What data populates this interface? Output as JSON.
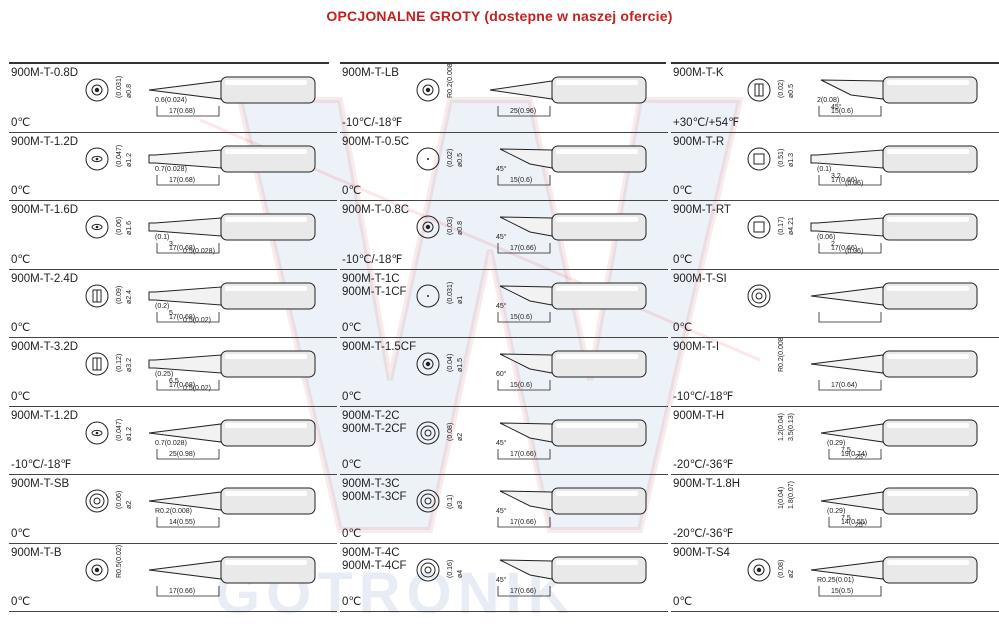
{
  "page": {
    "heading": "OPCJONALNE GROTY (dostepne w naszej ofercie)",
    "watermark": "GOTRONIK",
    "accent_color": "#c81e1e",
    "line_color": "#333333"
  },
  "columns": [
    {
      "cells": [
        {
          "model": "900M-T-0.8D",
          "temp": "0℃",
          "dims": [
            "(0.031)",
            "ø0.8",
            "0.6(0.024)",
            "17(0.68)"
          ]
        },
        {
          "model": "900M-T-1.2D",
          "temp": "0℃",
          "dims": [
            "(0.047)",
            "ø1.2",
            "0.7(0.028)",
            "17(0.68)"
          ]
        },
        {
          "model": "900M-T-1.6D",
          "temp": "0℃",
          "dims": [
            "(0.06)",
            "ø1.6",
            "(0.1)",
            "3",
            "0.5(0.028)",
            "17(0.68)"
          ]
        },
        {
          "model": "900M-T-2.4D",
          "temp": "0℃",
          "dims": [
            "(0.09)",
            "ø2.4",
            "(0.2)",
            "5",
            "0.5(0.02)",
            "17(0.68)"
          ]
        },
        {
          "model": "900M-T-3.2D",
          "temp": "0℃",
          "dims": [
            "(0.12)",
            "ø3.2",
            "(0.25)",
            "6.5",
            "0.5(0.02)",
            "17(0.68)"
          ]
        },
        {
          "model": "900M-T-1.2D",
          "temp": "-10℃/-18℉",
          "dims": [
            "(0.047)",
            "ø1.2",
            "0.7(0.028)",
            "25(0.98)"
          ]
        },
        {
          "model": "900M-T-SB",
          "temp": "0℃",
          "dims": [
            "(0.06)",
            "ø2",
            "R0.2(0.008)",
            "14(0.55)"
          ]
        },
        {
          "model": "900M-T-B",
          "temp": "0℃",
          "dims": [
            "R0.5(0.02)",
            "17(0.66)"
          ]
        }
      ]
    },
    {
      "cells": [
        {
          "model": "900M-T-LB",
          "temp": "-10℃/-18℉",
          "dims": [
            "R0.2(0.008)",
            "25(0.96)"
          ]
        },
        {
          "model": "900M-T-0.5C",
          "temp": "0℃",
          "dims": [
            "(0.02)",
            "ø0.5",
            "45°",
            "15(0.6)"
          ]
        },
        {
          "model": "900M-T-0.8C",
          "temp": "-10℃/-18℉",
          "dims": [
            "(0.03)",
            "ø0.8",
            "45°",
            "17(0.66)"
          ]
        },
        {
          "model": "900M-T-1C\n900M-T-1CF",
          "temp": "0℃",
          "dims": [
            "(0.031)",
            "ø1",
            "45°",
            "15(0.6)"
          ]
        },
        {
          "model": "900M-T-1.5CF",
          "temp": "0℃",
          "dims": [
            "(0.04)",
            "ø1.5",
            "60°",
            "15(0.6)"
          ]
        },
        {
          "model": "900M-T-2C\n900M-T-2CF",
          "temp": "0℃",
          "dims": [
            "(0.08)",
            "ø2",
            "45°",
            "17(0.66)"
          ]
        },
        {
          "model": "900M-T-3C\n900M-T-3CF",
          "temp": "0℃",
          "dims": [
            "(0.1)",
            "ø3",
            "45°",
            "17(0.66)"
          ]
        },
        {
          "model": "900M-T-4C\n900M-T-4CF",
          "temp": "0℃",
          "dims": [
            "(0.16)",
            "ø4",
            "45°",
            "17(0.66)"
          ]
        }
      ]
    },
    {
      "cells": [
        {
          "model": "900M-T-K",
          "temp": "+30℃/+54℉",
          "dims": [
            "(0.02)",
            "ø0.5",
            "2(0.08)",
            "45°",
            "15(0.6)"
          ]
        },
        {
          "model": "900M-T-R",
          "temp": "0℃",
          "dims": [
            "(0.51)",
            "ø1.3",
            "(0.1)",
            "3.2",
            "(0.06)",
            "17(0.66)"
          ]
        },
        {
          "model": "900M-T-RT",
          "temp": "0℃",
          "dims": [
            "(0.17)",
            "ø4.21",
            "(0.06)",
            "2",
            "(0.06)",
            "17(0.66)"
          ]
        },
        {
          "model": "900M-T-SI",
          "temp": "0℃",
          "dims": []
        },
        {
          "model": "900M-T-I",
          "temp": "-10℃/-18℉",
          "dims": [
            "R0.2(0.008)",
            "17(0.64)"
          ]
        },
        {
          "model": "900M-T-H",
          "temp": "-20℃/-36℉",
          "dims": [
            "1.2(0.04)",
            "3.5(0.13)",
            "(0.29)",
            "7.5",
            "25°",
            "19(0.74)"
          ]
        },
        {
          "model": "900M-T-1.8H",
          "temp": "-20℃/-36℉",
          "dims": [
            "1(0.04)",
            "1.8(0.07)",
            "(0.29)",
            "7.5",
            "25°",
            "14(0.55)"
          ]
        },
        {
          "model": "900M-T-S4",
          "temp": "0℃",
          "dims": [
            "(0.08)",
            "ø2",
            "R0.25(0.01)",
            "15(0.5)"
          ]
        }
      ]
    }
  ]
}
